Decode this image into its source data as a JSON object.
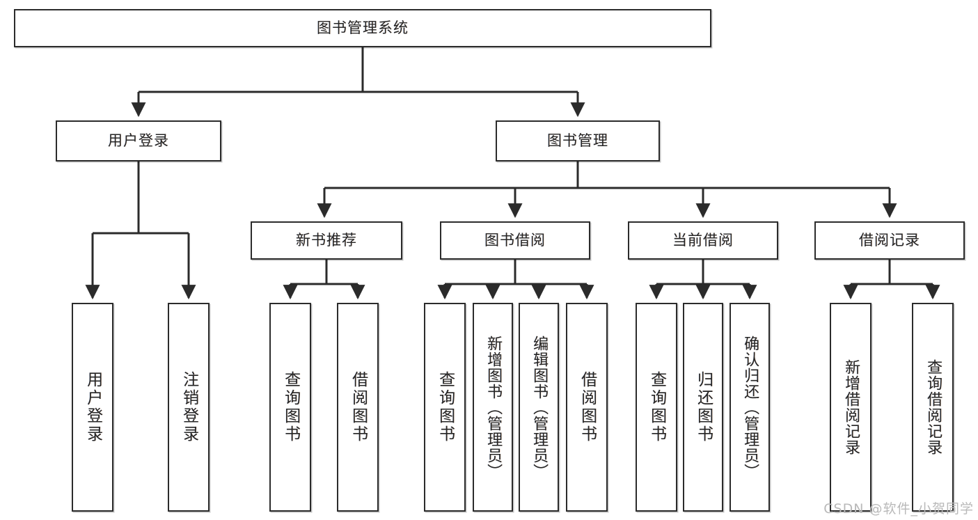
{
  "diagram": {
    "title": "图书管理系统",
    "type": "hierarchy-tree",
    "watermark": "CSDN @软件_小贺同学",
    "colors": {
      "box_border": "#2b2b2b",
      "box_fill": "#ffffff",
      "connector": "#2b2b2b",
      "watermark": "#b9b9b9"
    },
    "root": {
      "label": "图书管理系统"
    },
    "level2": [
      {
        "label": "用户登录"
      },
      {
        "label": "图书管理"
      }
    ],
    "level3": [
      {
        "label": "新书推荐"
      },
      {
        "label": "图书借阅"
      },
      {
        "label": "当前借阅"
      },
      {
        "label": "借阅记录"
      }
    ],
    "leaves": {
      "user_login": [
        {
          "label": "用户登录"
        },
        {
          "label": "注销登录"
        }
      ],
      "new_book_recommend": [
        {
          "label": "查询图书"
        },
        {
          "label": "借阅图书"
        }
      ],
      "book_borrow": [
        {
          "label": "查询图书"
        },
        {
          "label": "新增图书（管理员）"
        },
        {
          "label": "编辑图书（管理员）"
        },
        {
          "label": "借阅图书"
        }
      ],
      "current_borrow": [
        {
          "label": "查询图书"
        },
        {
          "label": "归还图书"
        },
        {
          "label": "确认归还（管理员）"
        }
      ],
      "borrow_record": [
        {
          "label": "新增借阅记录"
        },
        {
          "label": "查询借阅记录"
        }
      ]
    }
  }
}
